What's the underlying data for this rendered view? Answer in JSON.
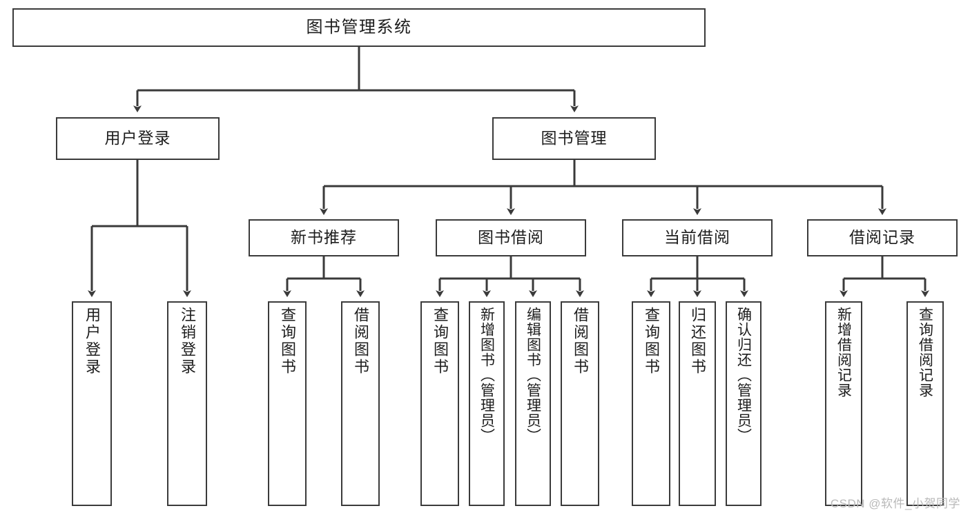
{
  "diagram": {
    "title": "图书管理系统",
    "watermark": "CSDN @软件_小贺同学",
    "style": {
      "border_color": "#3a3a3a",
      "edge_color": "#3a3a3a",
      "background": "#ffffff",
      "text_color": "#1d1d1d",
      "watermark_color": "#b9b9b9"
    },
    "root": {
      "id": "root",
      "label": "图书管理系统"
    },
    "level2": [
      {
        "id": "user-login",
        "label": "用户登录"
      },
      {
        "id": "book-manage",
        "label": "图书管理"
      }
    ],
    "level3": [
      {
        "id": "new-book-recommend",
        "label": "新书推荐",
        "parent": "book-manage"
      },
      {
        "id": "book-borrow",
        "label": "图书借阅",
        "parent": "book-manage"
      },
      {
        "id": "current-borrow",
        "label": "当前借阅",
        "parent": "book-manage"
      },
      {
        "id": "borrow-record",
        "label": "借阅记录",
        "parent": "book-manage"
      }
    ],
    "leaves": [
      {
        "id": "leaf-user-login",
        "label": "用户登录",
        "parent": "user-login"
      },
      {
        "id": "leaf-user-logout",
        "label": "注销登录",
        "parent": "user-login"
      },
      {
        "id": "leaf-rec-query-book",
        "label": "查询图书",
        "parent": "new-book-recommend"
      },
      {
        "id": "leaf-rec-borrow-book",
        "label": "借阅图书",
        "parent": "new-book-recommend"
      },
      {
        "id": "leaf-borrow-query-book",
        "label": "查询图书",
        "parent": "book-borrow"
      },
      {
        "id": "leaf-borrow-add-book",
        "label": "新增图书（管理员）",
        "parent": "book-borrow"
      },
      {
        "id": "leaf-borrow-edit-book",
        "label": "编辑图书（管理员）",
        "parent": "book-borrow"
      },
      {
        "id": "leaf-borrow-borrow-book",
        "label": "借阅图书",
        "parent": "book-borrow"
      },
      {
        "id": "leaf-cur-query-book",
        "label": "查询图书",
        "parent": "current-borrow"
      },
      {
        "id": "leaf-cur-return-book",
        "label": "归还图书",
        "parent": "current-borrow"
      },
      {
        "id": "leaf-cur-confirm-return",
        "label": "确认归还（管理员）",
        "parent": "current-borrow"
      },
      {
        "id": "leaf-rec-add-record",
        "label": "新增借阅记录",
        "parent": "borrow-record"
      },
      {
        "id": "leaf-rec-query-record",
        "label": "查询借阅记录",
        "parent": "borrow-record"
      }
    ]
  }
}
